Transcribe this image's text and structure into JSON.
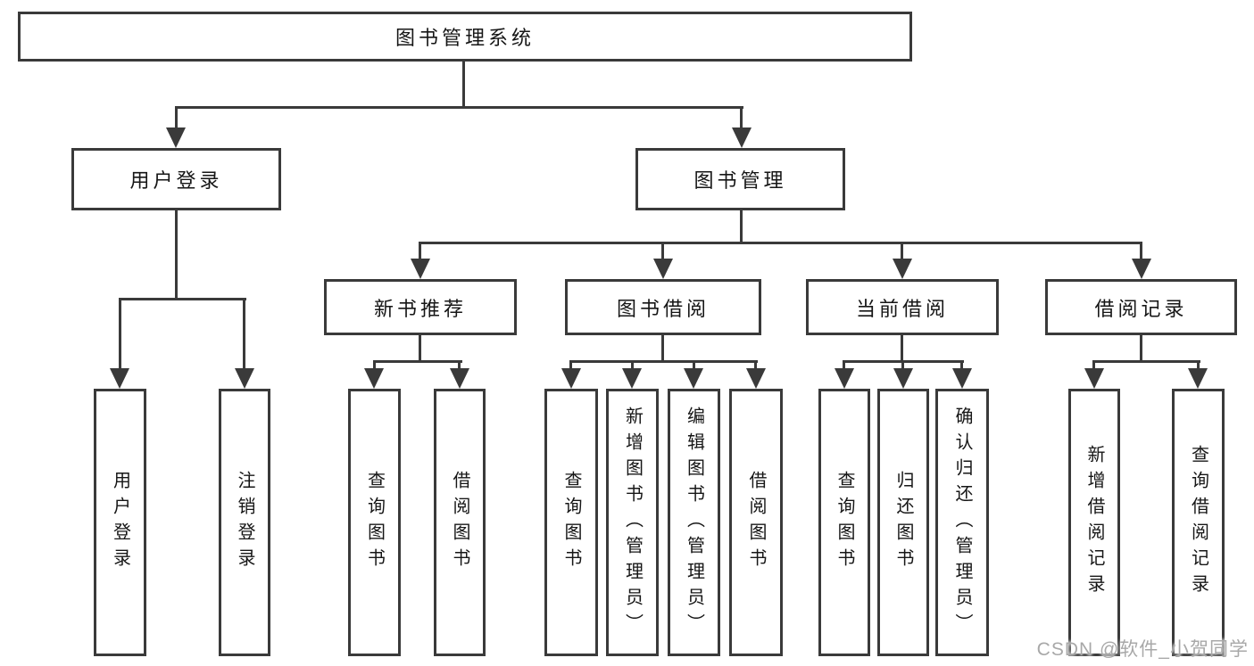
{
  "diagram": {
    "root": {
      "label": "图书管理系统"
    },
    "branches": [
      {
        "label": "用户登录",
        "children": [
          {
            "label": "用户登录"
          },
          {
            "label": "注销登录"
          }
        ]
      },
      {
        "label": "图书管理",
        "children": [
          {
            "label": "新书推荐",
            "children": [
              {
                "label": "查询图书"
              },
              {
                "label": "借阅图书"
              }
            ]
          },
          {
            "label": "图书借阅",
            "children": [
              {
                "label": "查询图书"
              },
              {
                "label": "新增图书（管理员）"
              },
              {
                "label": "编辑图书（管理员）"
              },
              {
                "label": "借阅图书"
              }
            ]
          },
          {
            "label": "当前借阅",
            "children": [
              {
                "label": "查询图书"
              },
              {
                "label": "归还图书"
              },
              {
                "label": "确认归还（管理员）"
              }
            ]
          },
          {
            "label": "借阅记录",
            "children": [
              {
                "label": "新增借阅记录"
              },
              {
                "label": "查询借阅记录"
              }
            ]
          }
        ]
      }
    ]
  },
  "colors": {
    "line": "#3a3a3a",
    "text": "#161616",
    "background": "#ffffff",
    "watermark": "#a8a8a8"
  },
  "watermark": {
    "text": "CSDN @软件_小贺同学"
  }
}
